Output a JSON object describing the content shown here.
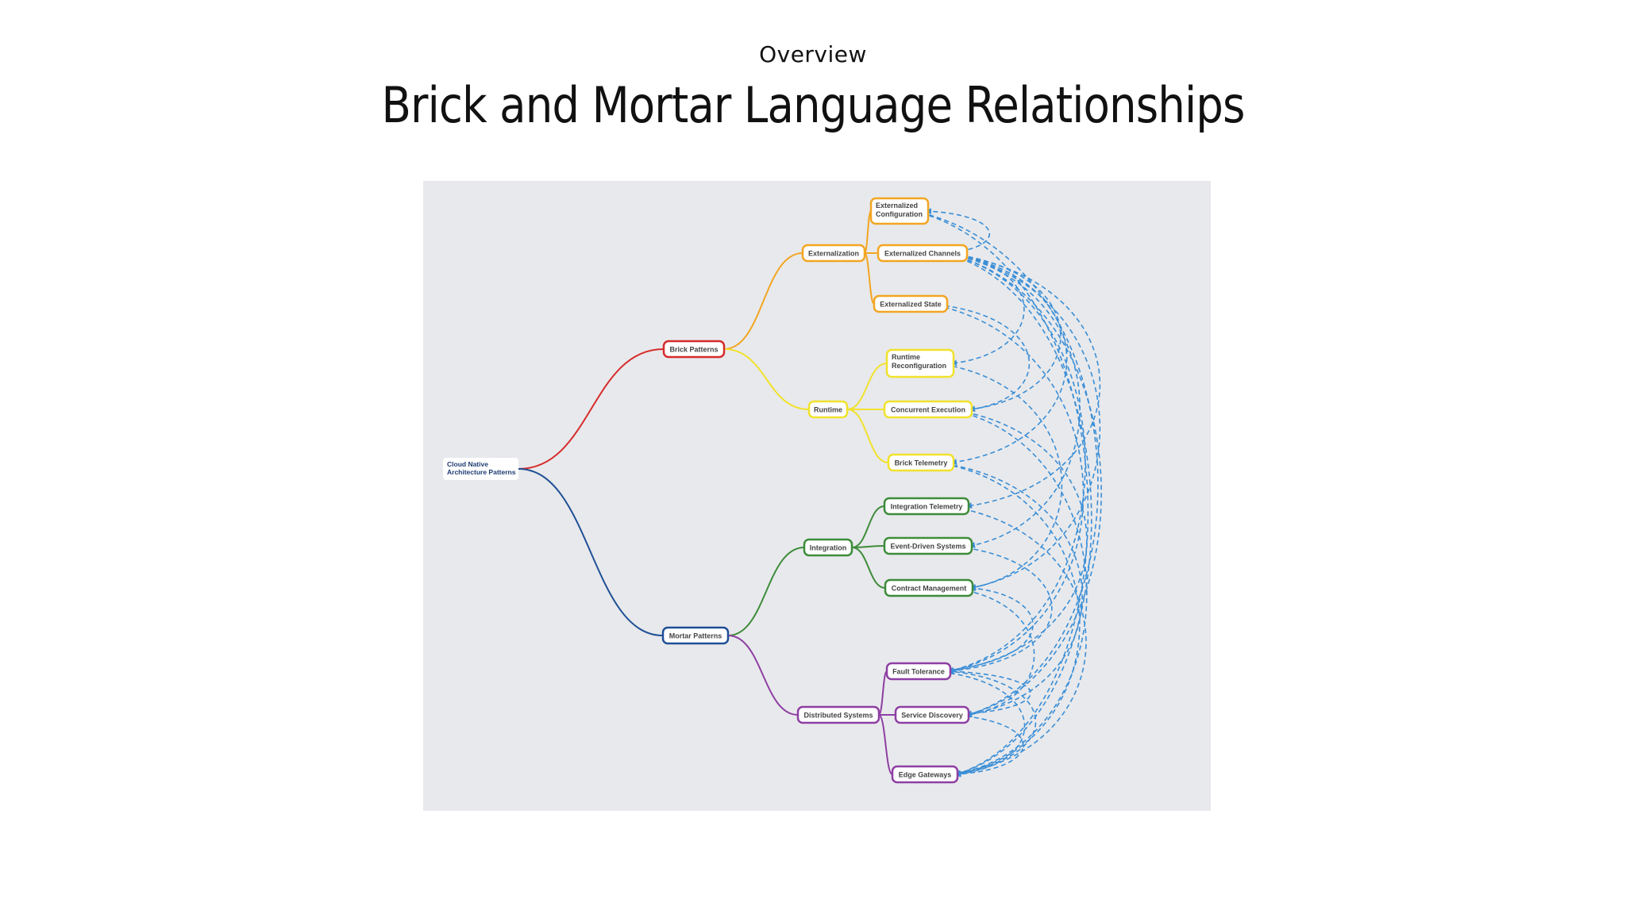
{
  "header": {
    "eyebrow": "Overview",
    "title": "Brick and Mortar Language Relationships"
  },
  "colors": {
    "panel_bg": "#e8e9ec",
    "root": "#1d3b73",
    "brick": "#d62b2b",
    "mortar": "#1f4f96",
    "externalization": "#f2a623",
    "runtime": "#f1e22c",
    "integration": "#3d8c3a",
    "distributed": "#8e3fa3",
    "dependency": "#3a8ed6"
  },
  "root": {
    "id": "root",
    "lines": [
      "Cloud Native",
      "Architecture Patterns"
    ]
  },
  "nodes": [
    {
      "id": "brick",
      "label": "Brick Patterns",
      "color": "brick"
    },
    {
      "id": "mortar",
      "label": "Mortar Patterns",
      "color": "mortar"
    },
    {
      "id": "ext",
      "label": "Externalization",
      "color": "externalization"
    },
    {
      "id": "run",
      "label": "Runtime",
      "color": "runtime"
    },
    {
      "id": "integ",
      "label": "Integration",
      "color": "integration"
    },
    {
      "id": "dist",
      "label": "Distributed Systems",
      "color": "distributed"
    },
    {
      "id": "extconf",
      "lines": [
        "Externalized",
        "Configuration"
      ],
      "color": "externalization"
    },
    {
      "id": "extchan",
      "label": "Externalized Channels",
      "color": "externalization"
    },
    {
      "id": "extstate",
      "label": "Externalized State",
      "color": "externalization"
    },
    {
      "id": "rtreconf",
      "lines": [
        "Runtime",
        "Reconfiguration"
      ],
      "color": "runtime"
    },
    {
      "id": "concexec",
      "label": "Concurrent Execution",
      "color": "runtime"
    },
    {
      "id": "bricktel",
      "label": "Brick Telemetry",
      "color": "runtime"
    },
    {
      "id": "integtel",
      "label": "Integration Telemetry",
      "color": "integration"
    },
    {
      "id": "eventdriven",
      "label": "Event-Driven Systems",
      "color": "integration"
    },
    {
      "id": "contract",
      "label": "Contract Management",
      "color": "integration"
    },
    {
      "id": "fault",
      "label": "Fault Tolerance",
      "color": "distributed"
    },
    {
      "id": "svcdisc",
      "label": "Service Discovery",
      "color": "distributed"
    },
    {
      "id": "edge",
      "label": "Edge Gateways",
      "color": "distributed"
    }
  ],
  "tree_edges": [
    [
      "root",
      "brick",
      "brick"
    ],
    [
      "root",
      "mortar",
      "mortar"
    ],
    [
      "brick",
      "ext",
      "externalization"
    ],
    [
      "brick",
      "run",
      "runtime"
    ],
    [
      "mortar",
      "integ",
      "integration"
    ],
    [
      "mortar",
      "dist",
      "distributed"
    ],
    [
      "ext",
      "extconf",
      "externalization"
    ],
    [
      "ext",
      "extchan",
      "externalization"
    ],
    [
      "ext",
      "extstate",
      "externalization"
    ],
    [
      "run",
      "rtreconf",
      "runtime"
    ],
    [
      "run",
      "concexec",
      "runtime"
    ],
    [
      "run",
      "bricktel",
      "runtime"
    ],
    [
      "integ",
      "integtel",
      "integration"
    ],
    [
      "integ",
      "eventdriven",
      "integration"
    ],
    [
      "integ",
      "contract",
      "integration"
    ],
    [
      "dist",
      "fault",
      "distributed"
    ],
    [
      "dist",
      "svcdisc",
      "distributed"
    ],
    [
      "dist",
      "edge",
      "distributed"
    ]
  ],
  "dependencies": [
    [
      "extchan",
      "extconf"
    ],
    [
      "extchan",
      "rtreconf"
    ],
    [
      "extchan",
      "concexec"
    ],
    [
      "extchan",
      "bricktel"
    ],
    [
      "extchan",
      "integtel"
    ],
    [
      "extchan",
      "eventdriven"
    ],
    [
      "extchan",
      "contract"
    ],
    [
      "extchan",
      "fault"
    ],
    [
      "extchan",
      "svcdisc"
    ],
    [
      "extchan",
      "edge"
    ],
    [
      "extstate",
      "concexec"
    ],
    [
      "extstate",
      "fault"
    ],
    [
      "extconf",
      "edge"
    ],
    [
      "extconf",
      "svcdisc"
    ],
    [
      "concexec",
      "fault"
    ],
    [
      "concexec",
      "edge"
    ],
    [
      "bricktel",
      "edge"
    ],
    [
      "bricktel",
      "svcdisc"
    ],
    [
      "integtel",
      "edge"
    ],
    [
      "eventdriven",
      "fault"
    ],
    [
      "contract",
      "svcdisc"
    ],
    [
      "fault",
      "edge"
    ],
    [
      "svcdisc",
      "edge"
    ],
    [
      "edge",
      "fault"
    ],
    [
      "svcdisc",
      "fault"
    ],
    [
      "rtreconf",
      "contract"
    ],
    [
      "fault",
      "contract"
    ]
  ]
}
